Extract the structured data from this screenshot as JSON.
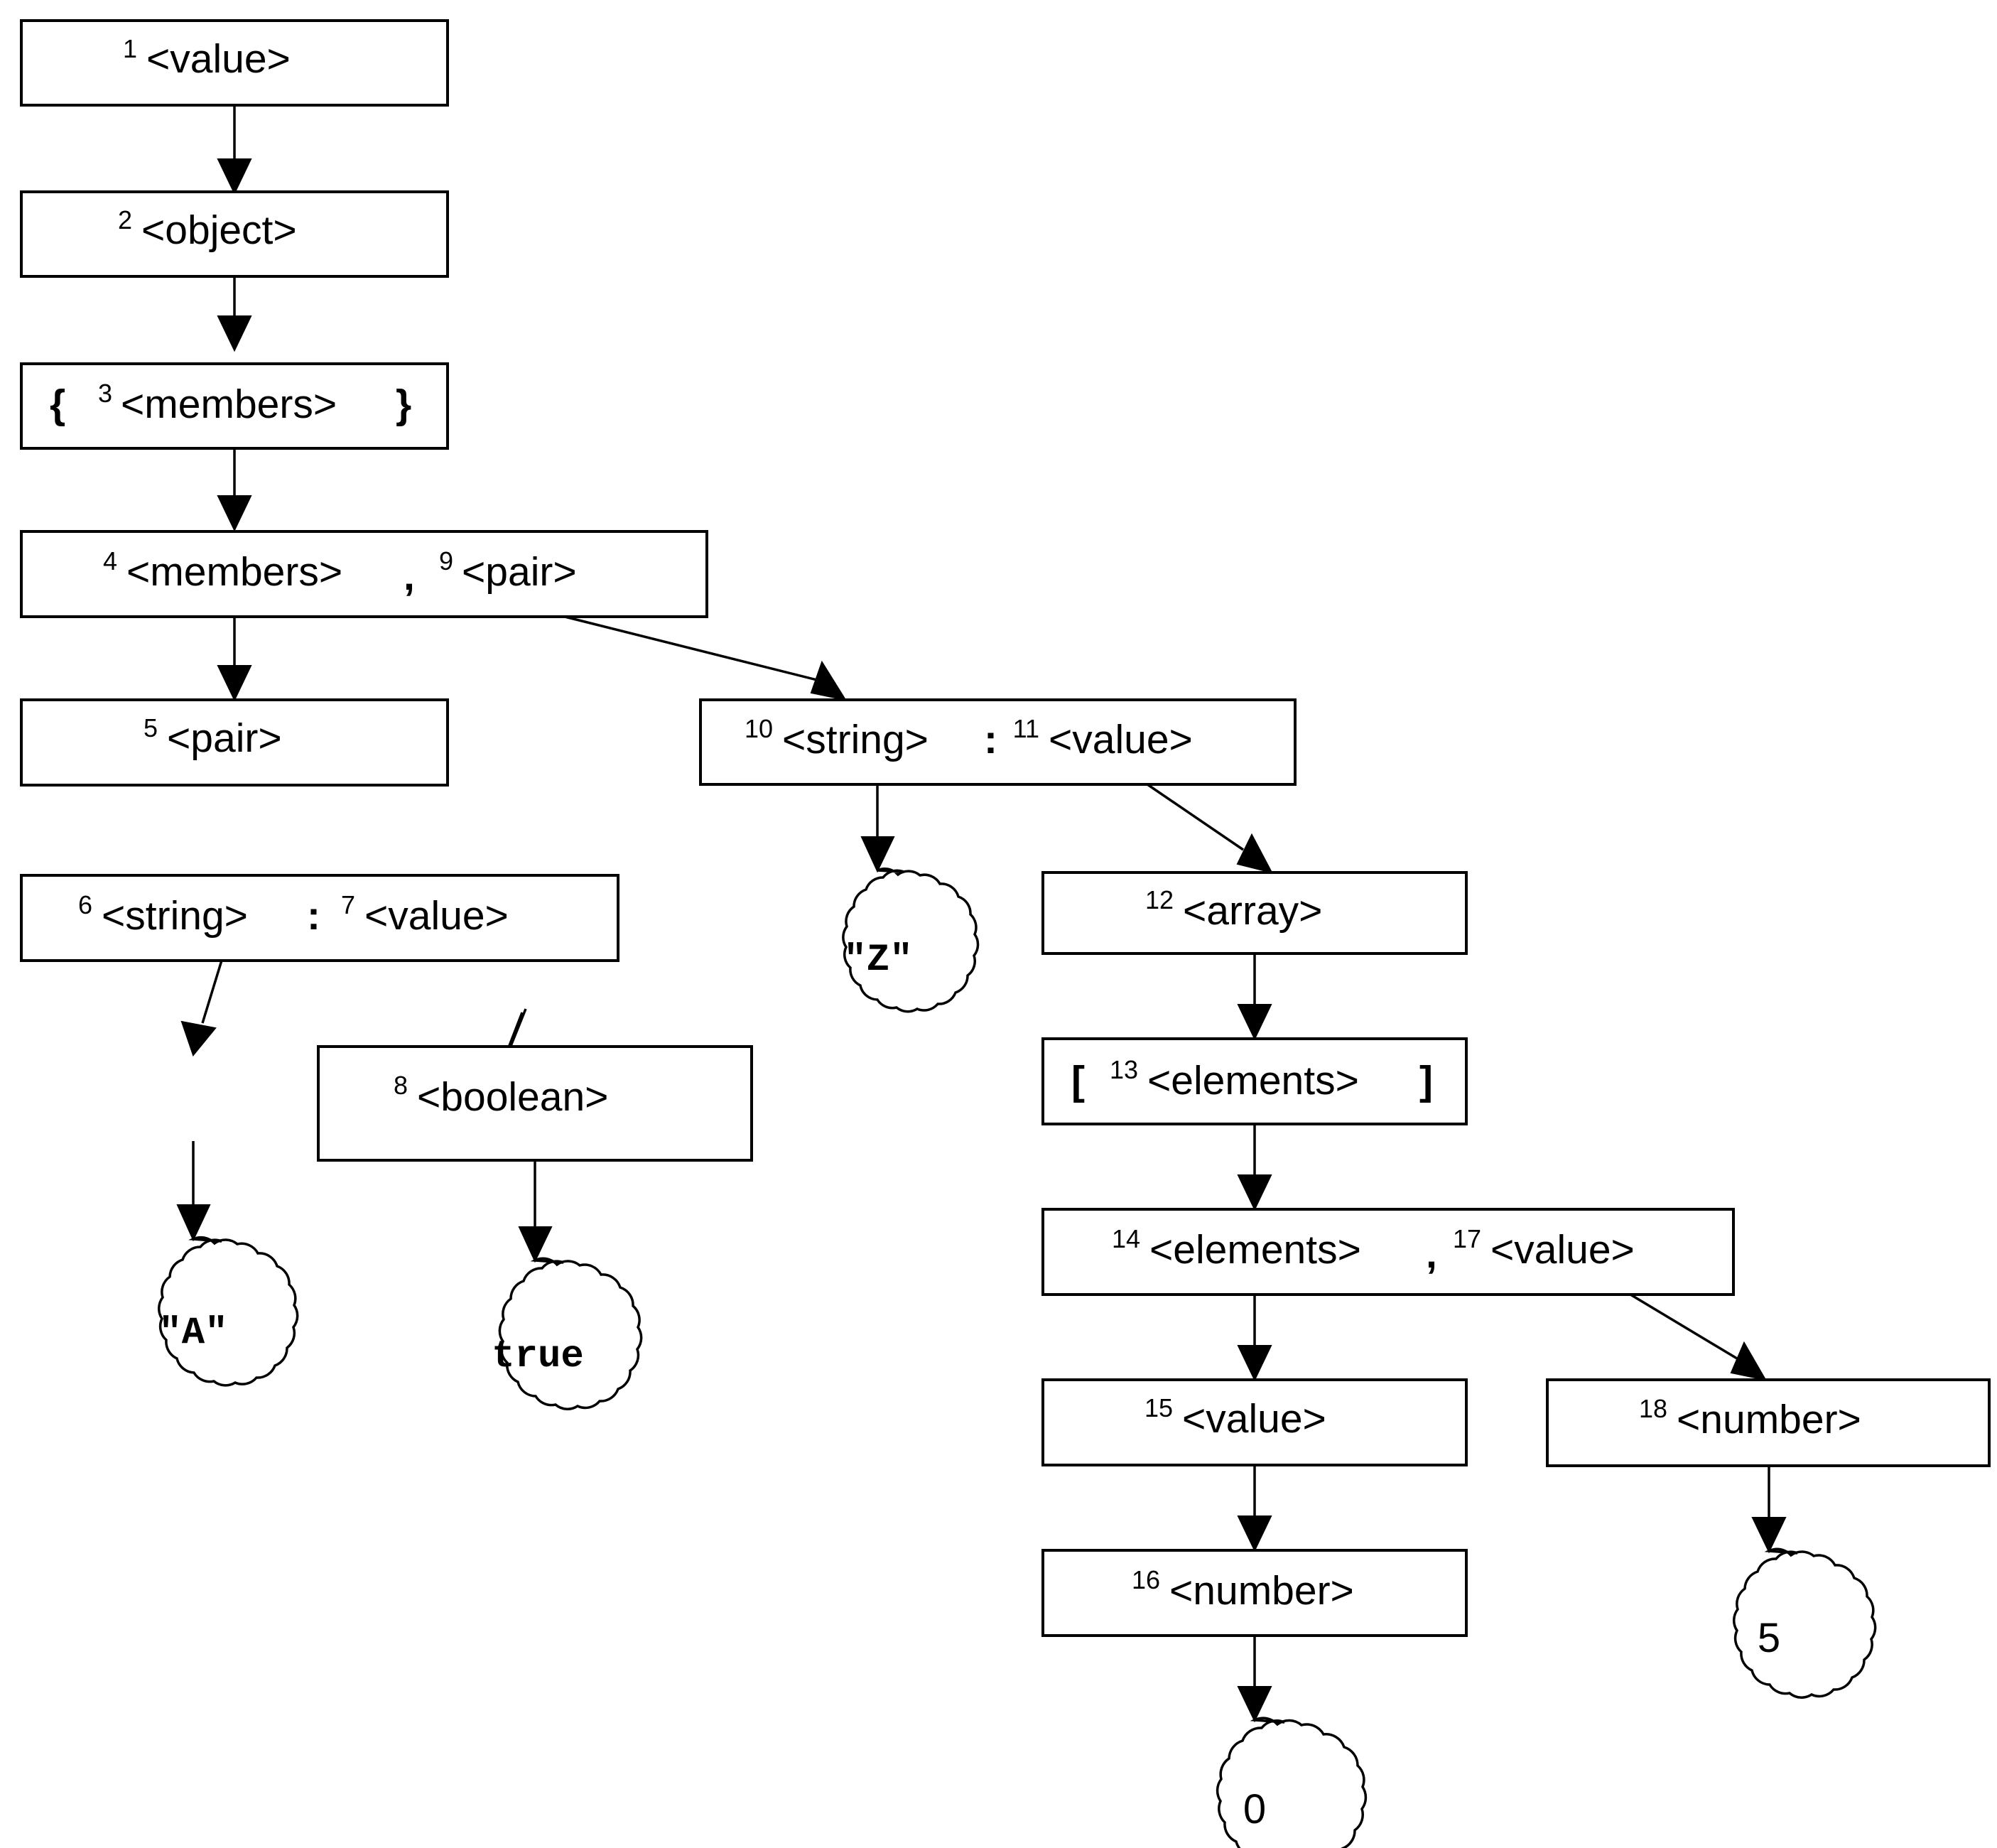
{
  "diagram": {
    "type": "parse-tree",
    "grammar": "JSON",
    "background_color": "#ffffff",
    "line_color": "#000000",
    "nonterminal_node_shape": "rectangle",
    "terminal_node_shape": "cloud"
  },
  "nodes": {
    "n1": {
      "index": "1",
      "symbol": "<value>",
      "shape": "rectangle"
    },
    "n2": {
      "index": "2",
      "symbol": "<object>",
      "shape": "rectangle"
    },
    "n3": {
      "index": "3",
      "symbol": "<members>",
      "shape": "rectangle",
      "open": "{",
      "close": "}"
    },
    "n4": {
      "index": "4",
      "symbol": "<members>",
      "shape": "rectangle",
      "sep": ",",
      "index2": "9",
      "symbol2": "<pair>"
    },
    "n5": {
      "index": "5",
      "symbol": "<pair>",
      "shape": "rectangle"
    },
    "n6": {
      "index": "6",
      "symbol": "<string>",
      "shape": "rectangle",
      "sep": ":",
      "index2": "7",
      "symbol2": "<value>"
    },
    "n8": {
      "index": "8",
      "symbol": "<boolean>",
      "shape": "rectangle"
    },
    "n10": {
      "index": "10",
      "symbol": "<string>",
      "shape": "rectangle",
      "sep": ":",
      "index2": "11",
      "symbol2": "<value>"
    },
    "n12": {
      "index": "12",
      "symbol": "<array>",
      "shape": "rectangle"
    },
    "n13": {
      "index": "13",
      "symbol": "<elements>",
      "shape": "rectangle",
      "open": "[",
      "close": "]"
    },
    "n14": {
      "index": "14",
      "symbol": "<elements>",
      "shape": "rectangle",
      "sep": ",",
      "index2": "17",
      "symbol2": "<value>"
    },
    "n15": {
      "index": "15",
      "symbol": "<value>",
      "shape": "rectangle"
    },
    "n16": {
      "index": "16",
      "symbol": "<number>",
      "shape": "rectangle"
    },
    "n18": {
      "index": "18",
      "symbol": "<number>",
      "shape": "rectangle"
    },
    "t_A": {
      "symbol": "\"A\"",
      "shape": "cloud"
    },
    "t_true": {
      "symbol": "true",
      "shape": "cloud"
    },
    "t_Z": {
      "symbol": "\"Z\"",
      "shape": "cloud"
    },
    "t_0": {
      "symbol": "0",
      "shape": "cloud"
    },
    "t_5": {
      "symbol": "5",
      "shape": "cloud"
    }
  },
  "edges": [
    {
      "from": "n1",
      "to": "n2"
    },
    {
      "from": "n2",
      "to": "n3"
    },
    {
      "from": "n3",
      "to": "n4"
    },
    {
      "from": "n4",
      "to": "n5"
    },
    {
      "from": "n4",
      "to": "n10"
    },
    {
      "from": "n5",
      "to": "n6"
    },
    {
      "from": "n6",
      "to": "t_A"
    },
    {
      "from": "n6",
      "to": "n8"
    },
    {
      "from": "n8",
      "to": "t_true"
    },
    {
      "from": "n10",
      "to": "t_Z"
    },
    {
      "from": "n10",
      "to": "n12"
    },
    {
      "from": "n12",
      "to": "n13"
    },
    {
      "from": "n13",
      "to": "n14"
    },
    {
      "from": "n14",
      "to": "n15"
    },
    {
      "from": "n14",
      "to": "n18"
    },
    {
      "from": "n15",
      "to": "n16"
    },
    {
      "from": "n16",
      "to": "t_0"
    },
    {
      "from": "n18",
      "to": "t_5"
    }
  ]
}
